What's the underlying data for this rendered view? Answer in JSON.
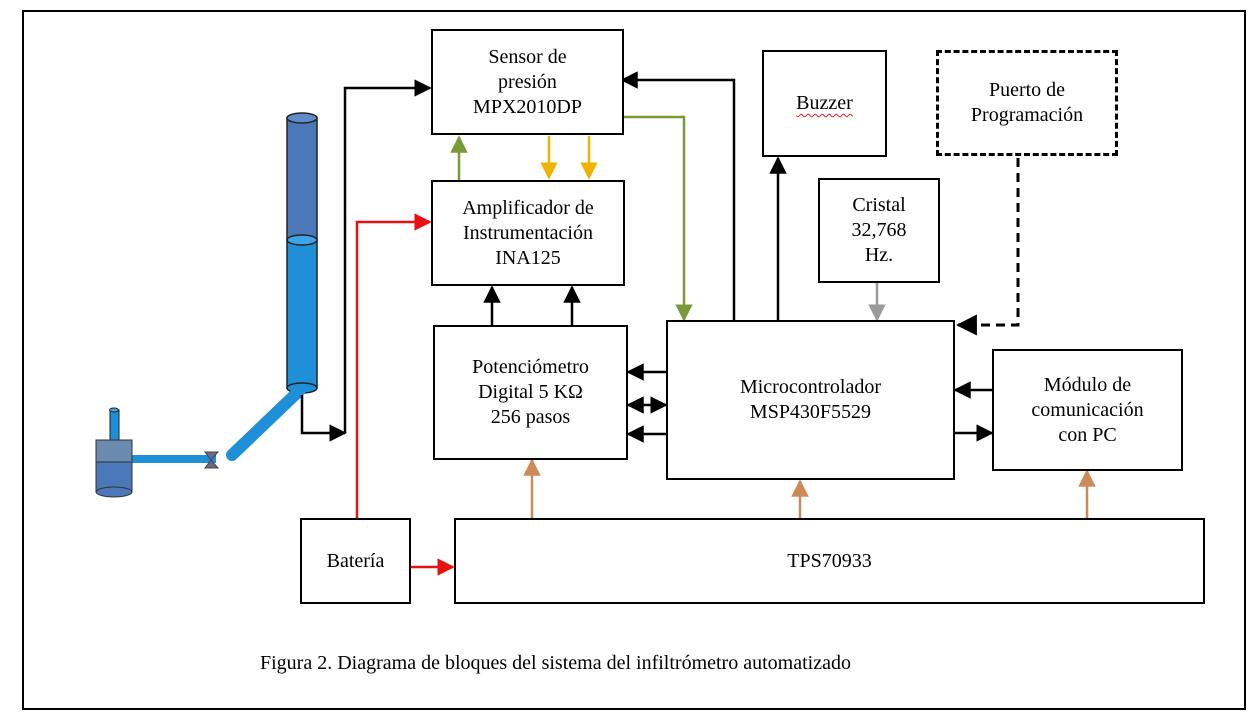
{
  "blocks": {
    "sensor": "Sensor de\npresión\nMPX2010DP",
    "amplifier": "Amplificador de\nInstrumentación\nINA125",
    "potentiometer": "Potenciómetro\nDigital 5 KΩ\n256 pasos",
    "microcontroller": "Microcontrolador\nMSP430F5529",
    "buzzer": "Buzzer",
    "crystal": "Cristal\n32,768\nHz.",
    "prog_port": "Puerto de\nProgramación",
    "comm_module": "Módulo de\ncomunicación\ncon PC",
    "battery": "Batería",
    "regulator": "TPS70933"
  },
  "caption": "Figura 2.  Diagrama de bloques del sistema del infiltrómetro automatizado",
  "colors": {
    "black_wire": "#000000",
    "red_wire": "#e81010",
    "green_wire": "#7a9a3a",
    "yellow_wire": "#f0b400",
    "gray_wire": "#9a9a9a",
    "orange_wire": "#cc8a5a",
    "water": "#1f8fd8",
    "column": "#4a78b8"
  }
}
